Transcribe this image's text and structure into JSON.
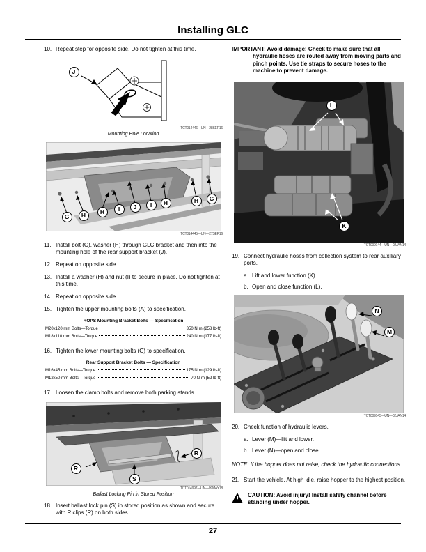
{
  "header": {
    "title": "Installing GLC"
  },
  "footer": {
    "page_number": "27"
  },
  "left": {
    "step_10": {
      "num": "10.",
      "text": "Repeat step for opposite side. Do not tighten at this time."
    },
    "figure_mounting_hole": {
      "callout_j": "J",
      "image_id": "TCT014446—UN—28SEP16",
      "caption": "Mounting Hole Location"
    },
    "figure_bracket": {
      "image_id": "TCT014445—UN—27SEP16",
      "callouts": [
        "G",
        "H",
        "H",
        "I",
        "J",
        "I",
        "H",
        "H",
        "G"
      ]
    },
    "step_11": {
      "num": "11.",
      "text": "Install bolt (G), washer (H) through GLC bracket and then into the mounting hole of the rear support bracket (J)."
    },
    "step_12": {
      "num": "12.",
      "text": "Repeat on opposite side."
    },
    "step_13": {
      "num": "13.",
      "text": "Install a washer (H) and nut (I) to secure in place. Do not tighten at this time."
    },
    "step_14": {
      "num": "14.",
      "text": "Repeat on opposite side."
    },
    "step_15": {
      "num": "15.",
      "text": "Tighten the upper mounting bolts (A) to specification."
    },
    "rops_table": {
      "title": "ROPS Mounting Bracket Bolts — Specification",
      "rows": [
        {
          "label": "M20x120 mm Bolts—Torque",
          "value": "350 N·m (258 lb-ft)"
        },
        {
          "label": "M18x110 mm Bolts—Torque",
          "value": "240 N·m (177 lb-ft)"
        }
      ]
    },
    "step_16": {
      "num": "16.",
      "text": "Tighten the lower mounting bolts (G) to specification."
    },
    "rear_table": {
      "title": "Rear Support Bracket Bolts — Specification",
      "rows": [
        {
          "label": "M16x45 mm Bolts—Torque",
          "value": "175 N·m (129 lb-ft)"
        },
        {
          "label": "M12x50 mm Bolts—Torque",
          "value": "70 N·m (52 lb-ft)"
        }
      ]
    },
    "step_17": {
      "num": "17.",
      "text": "Loosen the clamp bolts and remove both parking stands."
    },
    "figure_ballast": {
      "image_id": "TCT014997—UN—09MAY18",
      "caption": "Ballast Locking Pin in Stored Position",
      "callout_r": "R",
      "callout_r2": "R",
      "callout_s": "S"
    },
    "step_18": {
      "num": "18.",
      "text": "Insert ballast lock pin (S) in stored position as shown and secure with R clips (R) on both sides."
    }
  },
  "right": {
    "important_text": "IMPORTANT: Avoid damage! Check to make sure that all hydraulic hoses are routed away from moving parts and pinch points. Use tie straps to secure hoses to the machine to prevent damage.",
    "figure_hoses": {
      "image_id": "TCT009144—UN—02JAN14",
      "callout_l": "L",
      "callout_k": "K"
    },
    "step_19": {
      "num": "19.",
      "text": "Connect hydraulic hoses from collection system to rear auxiliary ports.",
      "sub_a": {
        "num": "a.",
        "text": "Lift and lower function (K)."
      },
      "sub_b": {
        "num": "b.",
        "text": "Open and close function (L)."
      }
    },
    "figure_levers": {
      "image_id": "TCT009145—UN—02JAN14",
      "callout_n": "N",
      "callout_m": "M"
    },
    "step_20": {
      "num": "20.",
      "text": "Check function of hydraulic levers.",
      "sub_a": {
        "num": "a.",
        "text": "Lever (M)—lift and lower."
      },
      "sub_b": {
        "num": "b.",
        "text": "Lever (N)—open and close."
      }
    },
    "note": "NOTE: If the hopper does not raise, check the hydraulic connections.",
    "step_21": {
      "num": "21.",
      "text": "Start the vehicle. At high idle, raise hopper to the highest position."
    },
    "caution": {
      "icon_glyph": "!",
      "text": "CAUTION: Avoid injury! Install safety channel before standing under hopper."
    }
  }
}
